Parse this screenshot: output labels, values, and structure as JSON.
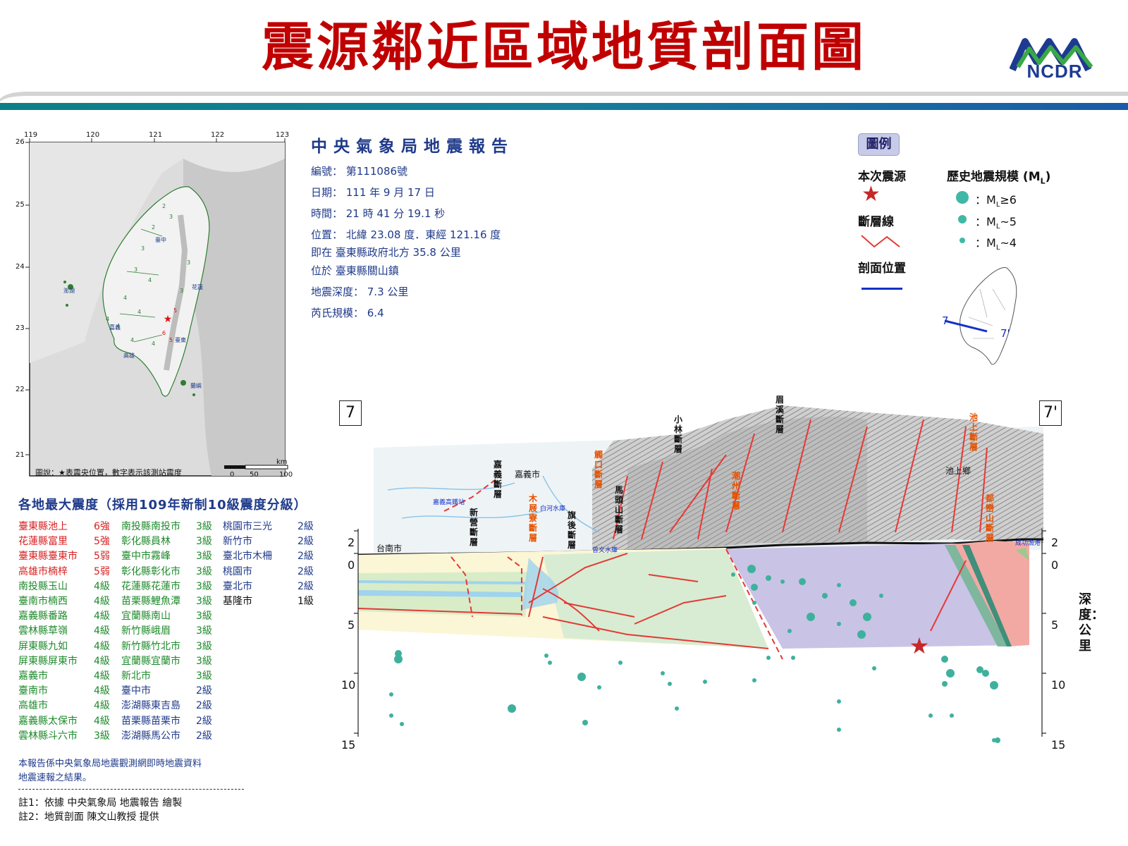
{
  "title": "震源鄰近區域地質剖面圖",
  "logo_text": "NCDR",
  "colors": {
    "title": "#c00000",
    "report_blue": "#1f3a8a",
    "header_teal": "#0b7f86",
    "header_blue": "#1a5aa8"
  },
  "map": {
    "lon_ticks": [
      "119",
      "120",
      "121",
      "122",
      "123"
    ],
    "lat_ticks": [
      "26",
      "25",
      "24",
      "23",
      "22",
      "21"
    ],
    "scale_labels": [
      "0",
      "50",
      "100",
      "km"
    ],
    "legend": "圖說：★表震央位置，數字表示該測站震度"
  },
  "report": {
    "title": "中央氣象局地震報告",
    "rows": [
      "編號： 第111086號",
      "日期： 111 年 9 月 17 日",
      "時間： 21 時 41 分 19.1 秒",
      "位置： 北緯 23.08 度．東經 121.16 度",
      "即在 臺東縣政府北方 35.8 公里",
      "位於 臺東縣關山鎮",
      "地震深度： 7.3 公里",
      "芮氏規模： 6.4"
    ]
  },
  "intensity": {
    "title": "各地最大震度（採用109年新制10級震度分級）",
    "col1": [
      [
        "臺東縣池上",
        "6強",
        "red"
      ],
      [
        "花蓮縣富里",
        "5強",
        "red"
      ],
      [
        "臺東縣臺東市",
        "5弱",
        "red"
      ],
      [
        "高雄市楠梓",
        "5弱",
        "red"
      ],
      [
        "南投縣玉山",
        "4級",
        "grn"
      ],
      [
        "臺南市楠西",
        "4級",
        "grn"
      ],
      [
        "嘉義縣番路",
        "4級",
        "grn"
      ],
      [
        "雲林縣草嶺",
        "4級",
        "grn"
      ],
      [
        "屏東縣九如",
        "4級",
        "grn"
      ],
      [
        "屏東縣屏東市",
        "4級",
        "grn"
      ],
      [
        "嘉義市",
        "4級",
        "grn"
      ],
      [
        "臺南市",
        "4級",
        "grn"
      ],
      [
        "高雄市",
        "4級",
        "grn"
      ],
      [
        "嘉義縣太保市",
        "4級",
        "grn"
      ],
      [
        "雲林縣斗六市",
        "3級",
        "grn"
      ]
    ],
    "col2": [
      [
        "南投縣南投市",
        "3級",
        "grn"
      ],
      [
        "彰化縣員林",
        "3級",
        "grn"
      ],
      [
        "臺中市霧峰",
        "3級",
        "grn"
      ],
      [
        "彰化縣彰化市",
        "3級",
        "grn"
      ],
      [
        "花蓮縣花蓮市",
        "3級",
        "grn"
      ],
      [
        "苗栗縣鯉魚潭",
        "3級",
        "grn"
      ],
      [
        "宜蘭縣南山",
        "3級",
        "grn"
      ],
      [
        "新竹縣峨眉",
        "3級",
        "grn"
      ],
      [
        "新竹縣竹北市",
        "3級",
        "grn"
      ],
      [
        "宜蘭縣宜蘭市",
        "3級",
        "grn"
      ],
      [
        "新北市",
        "3級",
        "grn"
      ],
      [
        "臺中市",
        "2級",
        "blu"
      ],
      [
        "澎湖縣東吉島",
        "2級",
        "blu"
      ],
      [
        "苗栗縣苗栗市",
        "2級",
        "blu"
      ],
      [
        "澎湖縣馬公市",
        "2級",
        "blu"
      ]
    ],
    "col3": [
      [
        "桃園市三光",
        "2級",
        "blu"
      ],
      [
        "新竹市",
        "2級",
        "blu"
      ],
      [
        "臺北市木柵",
        "2級",
        "blu"
      ],
      [
        "桃園市",
        "2級",
        "blu"
      ],
      [
        "臺北市",
        "2級",
        "blu"
      ],
      [
        "基隆市",
        "1級",
        "blk"
      ]
    ]
  },
  "report_note": [
    "本報告係中央氣象局地震觀測網即時地震資料",
    "地震速報之結果。"
  ],
  "notes": [
    "註1：依據 中央氣象局 地震報告 繪製",
    "註2：地質剖面 陳文山教授 提供"
  ],
  "legend": {
    "box": "圖例",
    "this_quake": "本次震源",
    "fault": "斷層線",
    "section_pos": "剖面位置",
    "hist_title": "歷史地震規模 (M",
    "hist_sub": "L",
    "hist_close": ")",
    "m6": "：M",
    "m6b": "≥6",
    "m5b": "~5",
    "m4b": "~4",
    "inset_a": "7",
    "inset_b": "7'"
  },
  "section": {
    "end_left": "7",
    "end_right": "7'",
    "depth_label": "深度：公里",
    "ticks_left": [
      "2",
      "0",
      "5",
      "10",
      "15"
    ],
    "ticks_right": [
      "2",
      "0",
      "5",
      "10",
      "15"
    ],
    "places": [
      "台南市",
      "嘉義市",
      "嘉義高鐵站",
      "白河水庫",
      "曾文水庫",
      "池上鄉",
      "成功漁港"
    ],
    "faults_black": [
      "嘉義斷層",
      "新營斷層",
      "小林斷層",
      "眉溪斷層",
      "旗後斷層",
      "馬頭山斷層"
    ],
    "faults_red": [
      "木屐寮斷層",
      "觸口斷層",
      "潮州斷層",
      "池上斷層",
      "都巒山斷層"
    ]
  }
}
